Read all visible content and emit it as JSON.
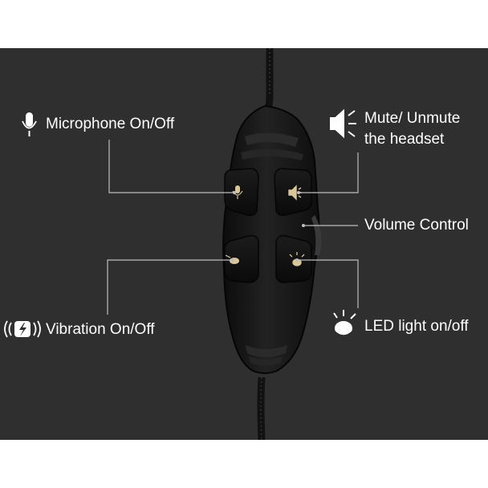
{
  "callouts": {
    "microphone": {
      "label": "Microphone On/Off",
      "icon": "microphone-icon"
    },
    "mute": {
      "label_line1": "Mute/ Unmute",
      "label_line2": "the headset",
      "icon": "speaker-mute-icon"
    },
    "volume": {
      "label": "Volume Control"
    },
    "vibration": {
      "label": "Vibration On/Off",
      "icon": "vibration-icon"
    },
    "led": {
      "label": "LED light on/off",
      "icon": "led-light-icon"
    }
  },
  "colors": {
    "background": "#2f2f2f",
    "text": "#ffffff",
    "leader_line": "#bdbdbd",
    "remote_body": "#161616",
    "button_glyph": "#d9c79a"
  }
}
